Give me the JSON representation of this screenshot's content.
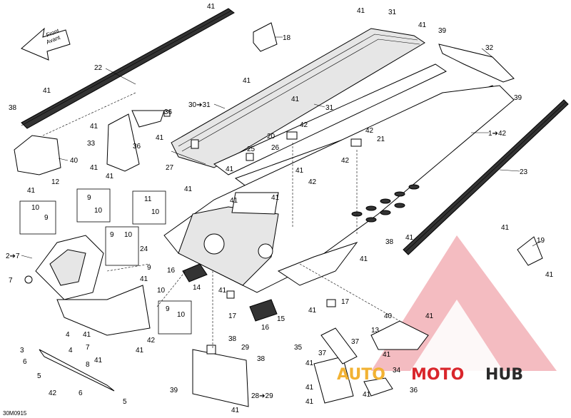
{
  "reference_code": "30M0915",
  "front_arrow": {
    "line1": "Front",
    "line2": "Avant"
  },
  "watermark": {
    "part1": "AUTO",
    "part2": "MOTO",
    "part3": "HUB",
    "color_red": "#d9262c",
    "color_yellow": "#f2b233",
    "color_dark": "#2a2a2a"
  },
  "callouts": [
    "41",
    "22",
    "38",
    "41",
    "12",
    "40",
    "41",
    "41",
    "33",
    "36",
    "36",
    "41",
    "41",
    "18",
    "41",
    "31",
    "41",
    "39",
    "32",
    "30➔31",
    "41",
    "41",
    "31",
    "41",
    "27",
    "42",
    "20",
    "25",
    "26",
    "42",
    "21",
    "42",
    "41",
    "1➔42",
    "39",
    "23",
    "41",
    "41",
    "42",
    "10",
    "9",
    "9",
    "10",
    "11",
    "10",
    "9",
    "10",
    "2➔7",
    "7",
    "24",
    "41",
    "16",
    "14",
    "41",
    "17",
    "9",
    "10",
    "41",
    "17",
    "16",
    "15",
    "41",
    "9",
    "10",
    "4",
    "41",
    "42",
    "41",
    "3",
    "8",
    "6",
    "5",
    "42",
    "6",
    "5",
    "41",
    "38",
    "19",
    "41",
    "40",
    "13",
    "41",
    "35",
    "37",
    "37",
    "41",
    "41",
    "41",
    "34",
    "36",
    "41",
    "38",
    "29",
    "38",
    "39",
    "28➔29",
    "41",
    "4",
    "7",
    "41",
    "41",
    "41",
    "41",
    "41"
  ]
}
